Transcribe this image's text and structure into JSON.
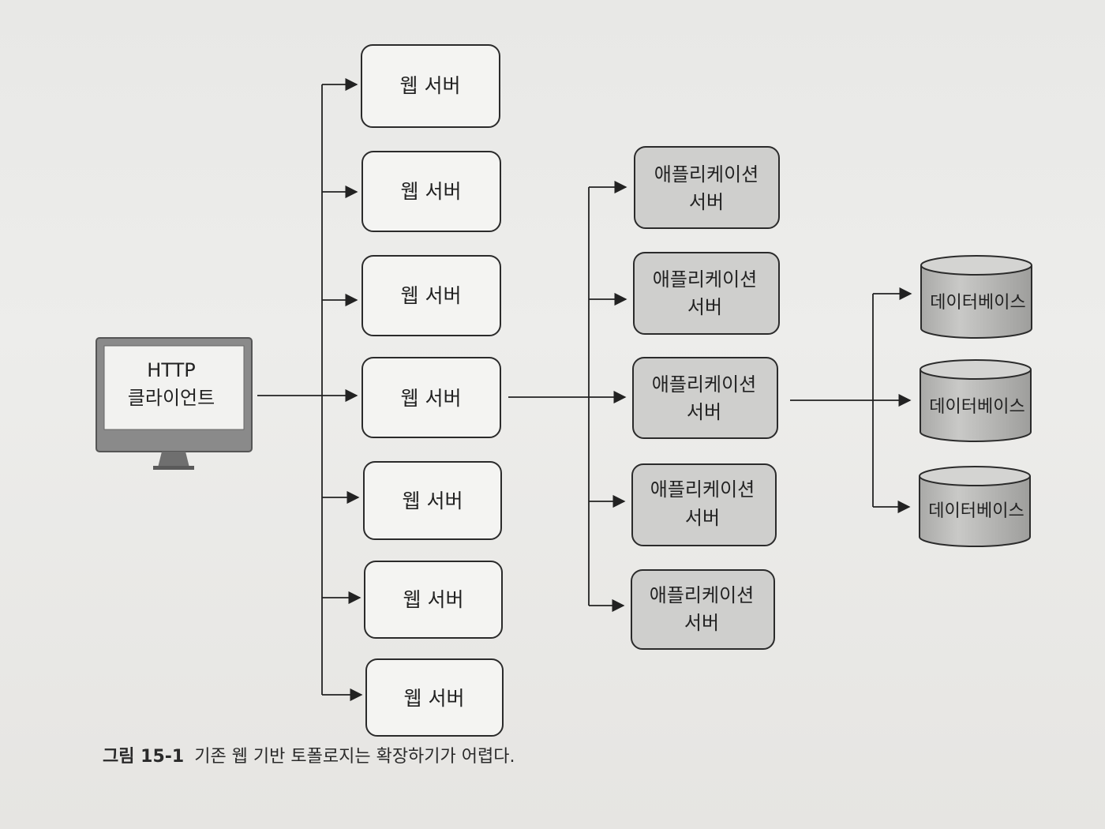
{
  "client": {
    "line1": "HTTP",
    "line2": "클라이언트"
  },
  "web_servers": [
    "웹 서버",
    "웹 서버",
    "웹 서버",
    "웹 서버",
    "웹 서버",
    "웹 서버",
    "웹 서버"
  ],
  "app_servers": [
    {
      "line1": "애플리케이션",
      "line2": "서버"
    },
    {
      "line1": "애플리케이션",
      "line2": "서버"
    },
    {
      "line1": "애플리케이션",
      "line2": "서버"
    },
    {
      "line1": "애플리케이션",
      "line2": "서버"
    },
    {
      "line1": "애플리케이션",
      "line2": "서버"
    }
  ],
  "databases": [
    "데이터베이스",
    "데이터베이스",
    "데이터베이스"
  ],
  "caption": {
    "number": "그림 15-1",
    "text": "기존 웹 기반 토폴로지는 확장하기가 어렵다."
  },
  "colors": {
    "box_stroke": "#2b2b2b",
    "web_fill": "#f4f4f2",
    "app_fill": "#cfcfcd",
    "db_fill": "#b9b9b7",
    "monitor_frame": "#7d7d7d"
  }
}
